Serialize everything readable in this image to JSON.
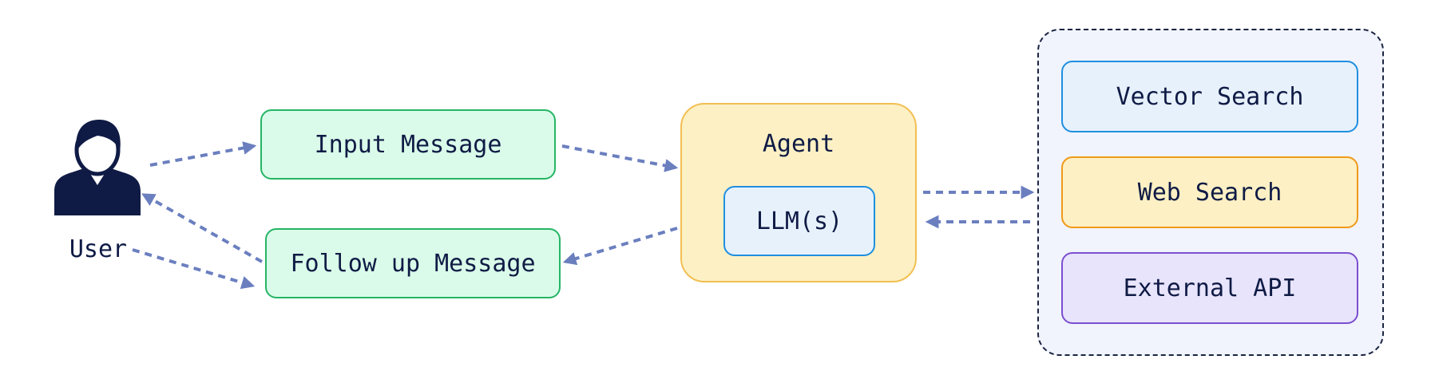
{
  "diagram": {
    "user": {
      "label": "User",
      "icon": "user-icon"
    },
    "input_message": "Input Message",
    "follow_up_message": "Follow up Message",
    "agent": {
      "label": "Agent",
      "model": "LLM(s)"
    },
    "tools": {
      "vector_search": "Vector Search",
      "web_search": "Web Search",
      "external_api": "External API"
    },
    "colors": {
      "arrow": "#6b7fbf",
      "text": "#0f1b45",
      "message_fill": "#dafbe9",
      "message_border": "#25b565",
      "agent_fill": "#fdf0c4",
      "agent_border": "#f2bf52",
      "llm_fill": "#e6f1fc",
      "llm_border": "#1f8fe0",
      "web_border": "#f09a1a",
      "api_fill": "#e8e4fc",
      "api_border": "#7b4fcf",
      "group_fill": "#f1f4fc"
    }
  }
}
